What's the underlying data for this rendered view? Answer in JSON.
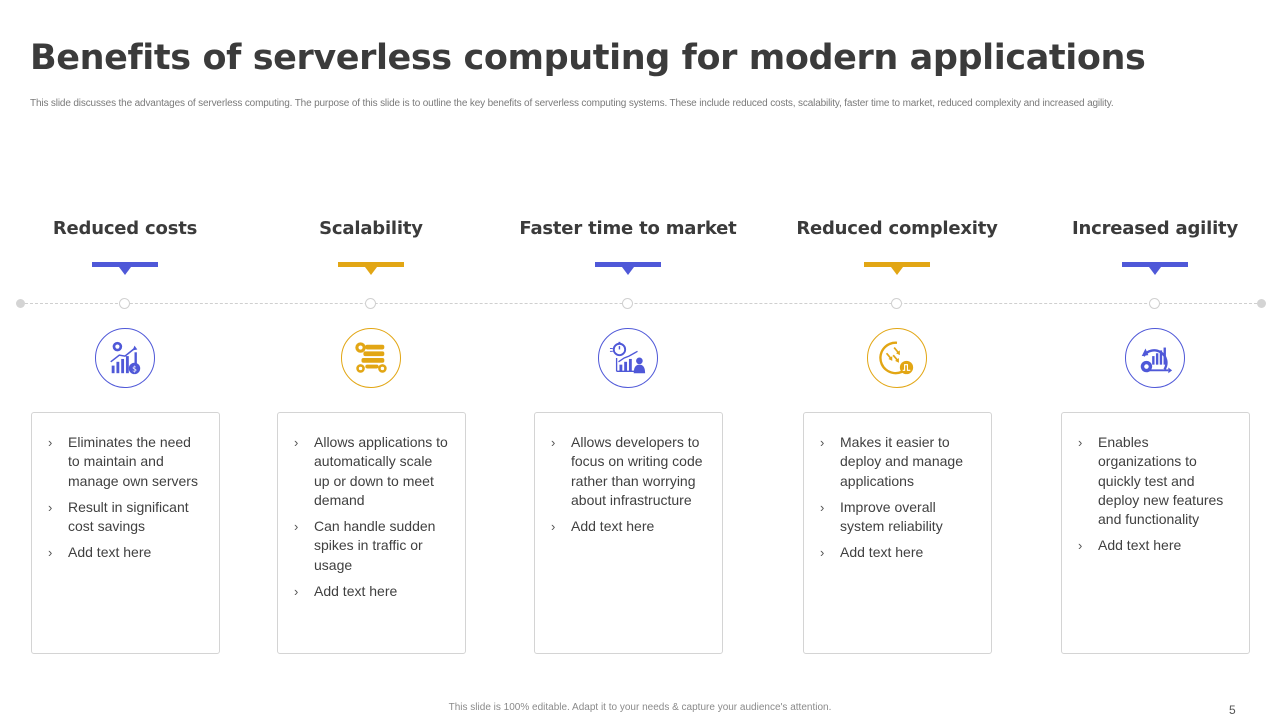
{
  "slide": {
    "title": "Benefits of serverless computing for modern applications",
    "subtitle": "This slide discusses the advantages of serverless computing. The purpose of this slide is to outline the key benefits of serverless computing systems. These include reduced costs, scalability, faster time to market, reduced complexity and increased agility.",
    "footer": "This slide is 100% editable. Adapt it to your needs & capture your audience's attention.",
    "page_number": "5"
  },
  "colors": {
    "blue": "#4f58d8",
    "gold": "#e2a614",
    "line": "#cfcfcf",
    "title": "#3b3b3b"
  },
  "columns": [
    {
      "heading": "Reduced costs",
      "accent": "blue",
      "icon": "cost-savings-chart-icon",
      "bullets": [
        "Eliminates the need to maintain and manage own servers",
        "Result in significant cost savings",
        "Add text here"
      ]
    },
    {
      "heading": "Scalability",
      "accent": "gold",
      "icon": "server-stack-gears-icon",
      "bullets": [
        "Allows applications to automatically scale up or down to meet demand",
        "Can handle sudden spikes in traffic or usage",
        "Add text here"
      ]
    },
    {
      "heading": "Faster time to market",
      "accent": "blue",
      "icon": "stopwatch-growth-user-icon",
      "bullets": [
        "Allows developers to focus on writing code rather than worrying about infrastructure",
        "Add text here"
      ]
    },
    {
      "heading": "Reduced complexity",
      "accent": "gold",
      "icon": "reduce-arrows-signal-icon",
      "bullets": [
        "Makes it easier to deploy and manage applications",
        "Improve overall system reliability",
        "Add text here"
      ]
    },
    {
      "heading": "Increased agility",
      "accent": "blue",
      "icon": "agile-cycle-gear-chart-icon",
      "bullets": [
        "Enables organizations to quickly test and deploy new features and functionality",
        "Add text here"
      ]
    }
  ],
  "bullet_glyph": "›"
}
